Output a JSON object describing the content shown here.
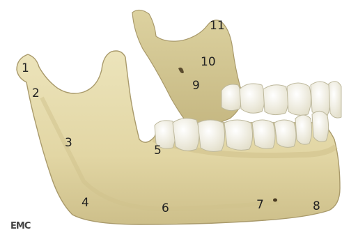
{
  "labels": {
    "l1": "1",
    "l2": "2",
    "l3": "3",
    "l4": "4",
    "l5": "5",
    "l6": "6",
    "l7": "7",
    "l8": "8",
    "l9": "9",
    "l10": "10",
    "l11": "11"
  },
  "watermark": "EMC",
  "colors": {
    "bone": "#e6dcad",
    "bone_shadow": "#c9bc88",
    "bone_outline": "#a99a6b",
    "tooth": "#f4f2e6",
    "tooth_outline": "#bdb89c"
  }
}
